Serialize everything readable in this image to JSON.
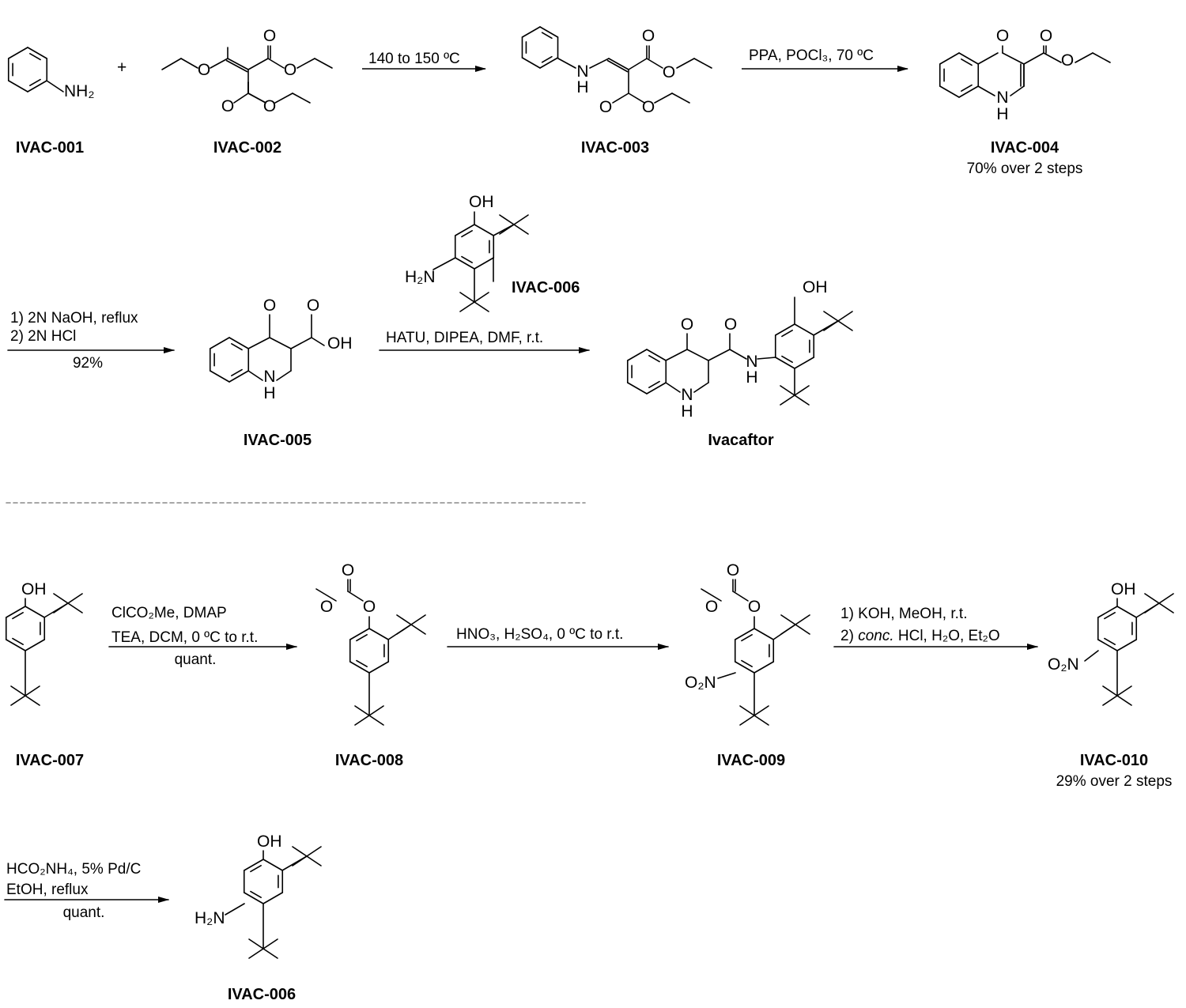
{
  "scheme_title": "",
  "compounds": {
    "c001": {
      "label": "IVAC-001",
      "yield": ""
    },
    "c002": {
      "label": "IVAC-002",
      "yield": ""
    },
    "c003": {
      "label": "IVAC-003",
      "yield": ""
    },
    "c004": {
      "label": "IVAC-004",
      "yield": "70% over 2 steps"
    },
    "c005": {
      "label": "IVAC-005",
      "yield": ""
    },
    "c006": {
      "label": "IVAC-006",
      "yield": ""
    },
    "ivacaftor": {
      "label": "Ivacaftor",
      "yield": ""
    },
    "c007": {
      "label": "IVAC-007",
      "yield": ""
    },
    "c008": {
      "label": "IVAC-008",
      "yield": ""
    },
    "c009": {
      "label": "IVAC-009",
      "yield": ""
    },
    "c010": {
      "label": "IVAC-010",
      "yield": "29% over 2 steps"
    },
    "c006b": {
      "label": "IVAC-006",
      "yield": ""
    }
  },
  "plus_sign": "+",
  "arrows": {
    "a1": {
      "conditions": "140 to 150 ºC"
    },
    "a2": {
      "conditions": "PPA, POCl₃, 70 ºC"
    },
    "a3": {
      "line1": "1) 2N NaOH, reflux",
      "line2": "2) 2N HCl",
      "yield": "92%"
    },
    "a4": {
      "reagent_label": "IVAC-006",
      "conditions": "HATU, DIPEA, DMF, r.t."
    },
    "a5": {
      "line1": "ClCO₂Me, DMAP",
      "line2": "TEA, DCM, 0 ºC to r.t.",
      "yield": "quant."
    },
    "a6": {
      "conditions": "HNO₃, H₂SO₄, 0 ºC to r.t."
    },
    "a7": {
      "line1": "1) KOH, MeOH, r.t.",
      "line2_italic": "conc.",
      "line2_rest": " HCl, H₂O, Et₂O",
      "line2_prefix": "2) "
    },
    "a8": {
      "line1": "HCO₂NH₄, 5% Pd/C",
      "line2": "EtOH, reflux",
      "yield": "quant."
    }
  },
  "atoms": {
    "NH2": "NH₂",
    "H2N": "H₂N",
    "O2N": "O₂N",
    "O": "O",
    "OH": "OH",
    "N": "N",
    "H": "H"
  }
}
